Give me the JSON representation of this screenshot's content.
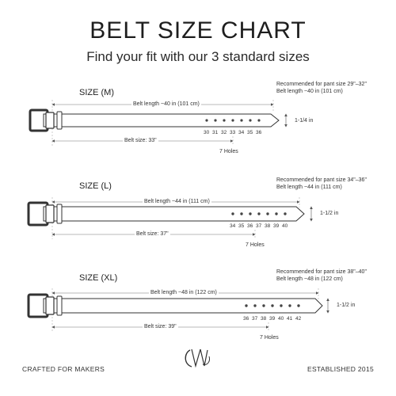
{
  "title": "BELT SIZE CHART",
  "subtitle": "Find your fit with our 3 standard sizes",
  "sizes": [
    {
      "label": "SIZE (M)",
      "recommended": "Recommended for pant size 29\"–32\"",
      "belt_length_right": "Belt length ~40 in (101 cm)",
      "belt_length": "Belt length ~40 in (101 cm)",
      "belt_size": "Belt size: 33\"",
      "holes": [
        "30",
        "31",
        "32",
        "33",
        "34",
        "35",
        "36"
      ],
      "holes_label": "7 Holes",
      "width": "1-1/4 in"
    },
    {
      "label": "SIZE (L)",
      "recommended": "Recommended for pant size 34\"–36\"",
      "belt_length_right": "Belt length ~44 in (111 cm)",
      "belt_length": "Belt length ~44 in (111 cm)",
      "belt_size": "Belt size: 37\"",
      "holes": [
        "34",
        "35",
        "36",
        "37",
        "38",
        "39",
        "40"
      ],
      "holes_label": "7 Holes",
      "width": "1-1/2 in"
    },
    {
      "label": "SIZE (XL)",
      "recommended": "Recommended for pant size 38\"–40\"",
      "belt_length_right": "Belt length ~48 in (122 cm)",
      "belt_length": "Belt length ~48 in (122 cm)",
      "belt_size": "Belt size: 39\"",
      "holes": [
        "36",
        "37",
        "38",
        "39",
        "40",
        "41",
        "42"
      ],
      "holes_label": "7 Holes",
      "width": "1-1/2 in"
    }
  ],
  "footer": {
    "left": "CRAFTED FOR MAKERS",
    "right": "ESTABLISHED 2015",
    "logo": "monogram-logo"
  }
}
